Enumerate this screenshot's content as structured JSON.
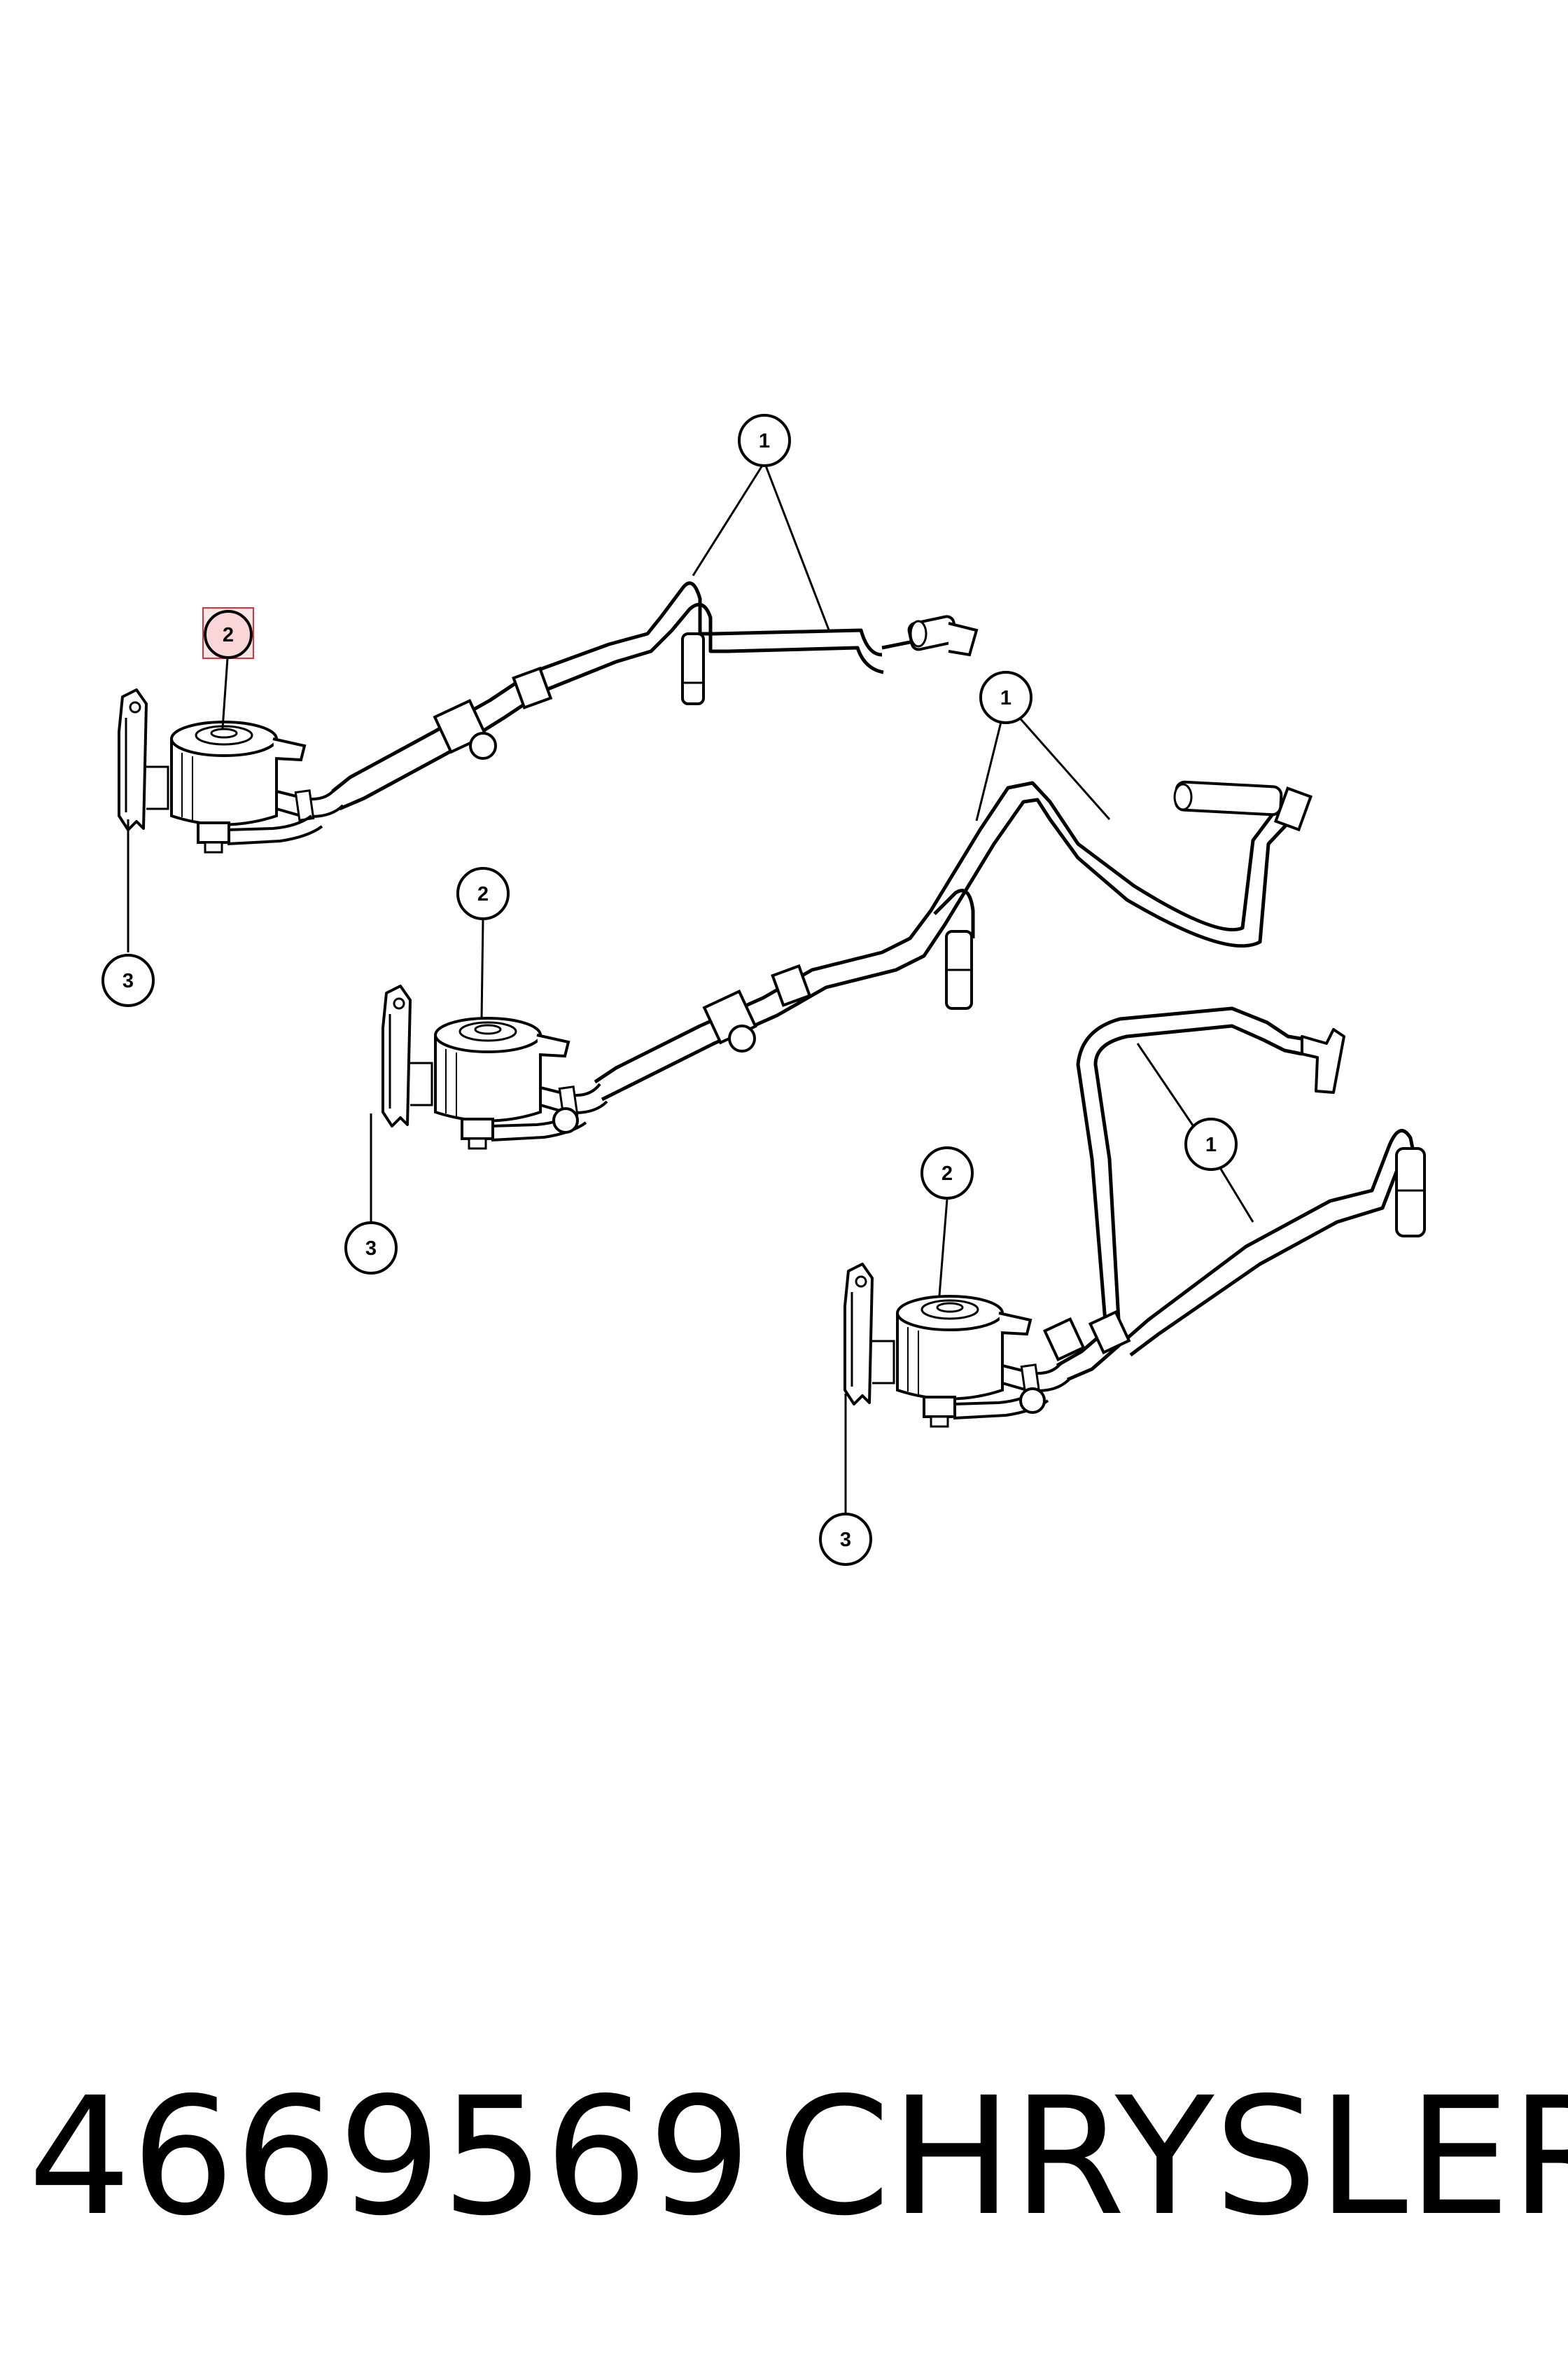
{
  "diagram": {
    "assemblies": [
      {
        "name": "upper-left",
        "callouts": [
          {
            "id": "1",
            "label": "1"
          },
          {
            "id": "2",
            "label": "2",
            "highlighted": true
          },
          {
            "id": "3",
            "label": "3"
          }
        ]
      },
      {
        "name": "middle",
        "callouts": [
          {
            "id": "1",
            "label": "1"
          },
          {
            "id": "2",
            "label": "2"
          },
          {
            "id": "3",
            "label": "3"
          }
        ]
      },
      {
        "name": "lower-right",
        "callouts": [
          {
            "id": "1",
            "label": "1"
          },
          {
            "id": "2",
            "label": "2"
          },
          {
            "id": "3",
            "label": "3"
          }
        ]
      }
    ],
    "highlight_color": "#e0303a",
    "line_color": "#000000"
  },
  "caption": {
    "part_number": "4669569",
    "brand": "CHRYSLER"
  }
}
